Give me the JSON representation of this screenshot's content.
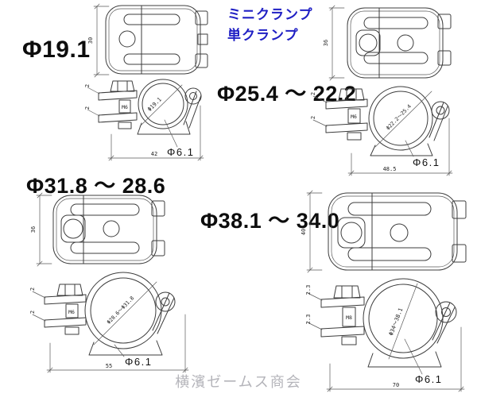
{
  "header": {
    "product_line1": "ミニクランプ",
    "product_line2": "単クランプ"
  },
  "footer": {
    "company": "横濱ゼームス商会"
  },
  "colors": {
    "accent_blue": "#1f1fc4",
    "drawing_line": "#3c3c3c",
    "footer_gray": "#b4b4ba"
  },
  "clamps": [
    {
      "name": "clamp-19",
      "heading": "Φ19.1",
      "top_view": {
        "height": "30"
      },
      "side_view": {
        "width": "42",
        "bolt": "M6",
        "plate_thickness": "2",
        "diameter_range": "Φ19.1",
        "hole_diameter": "Φ6.1"
      }
    },
    {
      "name": "clamp-25",
      "heading": "Φ25.4 ～ 22.2",
      "top_view": {
        "height": "36"
      },
      "side_view": {
        "width": "48.5",
        "bolt": "M6",
        "plate_thickness": "2",
        "diameter_range": "Φ22.2～25.4",
        "hole_diameter": "Φ6.1"
      }
    },
    {
      "name": "clamp-31",
      "heading": "Φ31.8 ～ 28.6",
      "top_view": {
        "height": "36"
      },
      "side_view": {
        "width": "55",
        "bolt": "M6",
        "plate_thickness": "2",
        "diameter_range": "Φ28.6～Φ31.8",
        "hole_diameter": "Φ6.1"
      }
    },
    {
      "name": "clamp-38",
      "heading": "Φ38.1 ～ 34.0",
      "top_view": {
        "height": "40"
      },
      "side_view": {
        "width": "70",
        "bolt": "M8",
        "plate_thickness": "2.3",
        "diameter_range": "Φ34～38.1",
        "hole_diameter": "Φ6.1"
      }
    }
  ]
}
